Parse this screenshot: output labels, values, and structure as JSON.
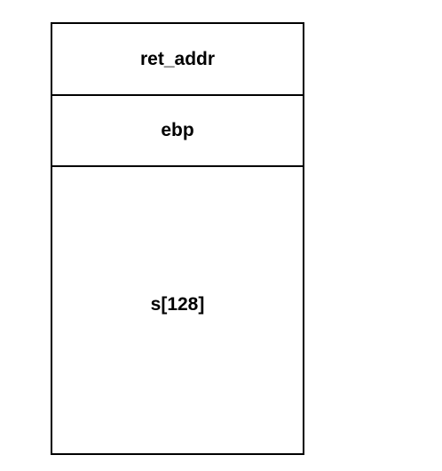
{
  "diagram": {
    "cells": [
      {
        "label": "ret_addr"
      },
      {
        "label": "ebp"
      },
      {
        "label": "s[128]"
      }
    ],
    "colors": {
      "border": "#000000",
      "text": "#000000",
      "background": "#ffffff"
    }
  }
}
